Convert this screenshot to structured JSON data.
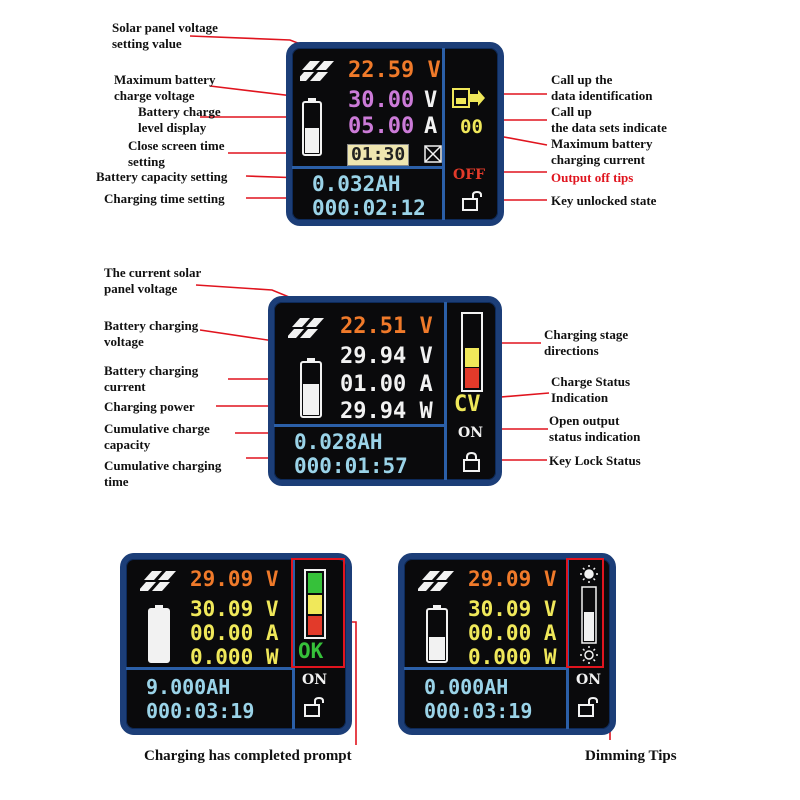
{
  "panel1": {
    "solar_setting": "22.59 V",
    "max_voltage": "30.00",
    "v_unit": "V",
    "max_current": "05.00",
    "a_unit": "A",
    "screen_time": "01:30",
    "capacity": "0.032AH",
    "charge_time": "000:02:12",
    "group_num": "00",
    "off_text": "OFF"
  },
  "panel1_labels": {
    "solar_setting": "Solar panel voltage\nsetting value",
    "max_voltage": "Maximum battery\ncharge voltage",
    "battery_level": "Battery charge\nlevel display",
    "close_screen": "Close screen time\nsetting",
    "capacity": "Battery capacity setting",
    "charge_time": "Charging time setting",
    "call_data": "Call up the\ndata identification",
    "call_sets": "Call up\nthe data sets indicate",
    "max_current": "Maximum battery\ncharging current",
    "output_off": "Output off tips",
    "key_unlocked": "Key unlocked state"
  },
  "panel2": {
    "solar": "22.51 V",
    "voltage": "29.94 V",
    "current": "01.00 A",
    "power": "29.94 W",
    "capacity": "0.028AH",
    "time": "000:01:57",
    "stage": "CV",
    "on_text": "ON"
  },
  "panel2_labels": {
    "solar": "The current solar\npanel voltage",
    "voltage": "Battery charging\nvoltage",
    "current": "Battery charging\ncurrent",
    "power": "Charging power",
    "capacity": "Cumulative charge\ncapacity",
    "time": "Cumulative charging\ntime",
    "stage": "Charging stage\ndirections",
    "status": "Charge Status\nIndication",
    "output": "Open output\nstatus indication",
    "lock": "Key Lock Status"
  },
  "panel3": {
    "solar": "29.09 V",
    "voltage": "30.09 V",
    "current": "00.00 A",
    "power": "0.000 W",
    "capacity": "9.000AH",
    "time": "000:03:19",
    "ok_text": "OK",
    "on_text": "ON"
  },
  "panel4": {
    "solar": "29.09 V",
    "voltage": "30.09 V",
    "current": "00.00 A",
    "power": "0.000 W",
    "capacity": "0.000AH",
    "time": "000:03:19",
    "on_text": "ON",
    "brightness_level": 0.55
  },
  "captions": {
    "complete": "Charging has completed prompt",
    "dimming": "Dimming Tips"
  },
  "colors": {
    "bezel": "#1c3e78",
    "pointer": "#e0141e"
  }
}
